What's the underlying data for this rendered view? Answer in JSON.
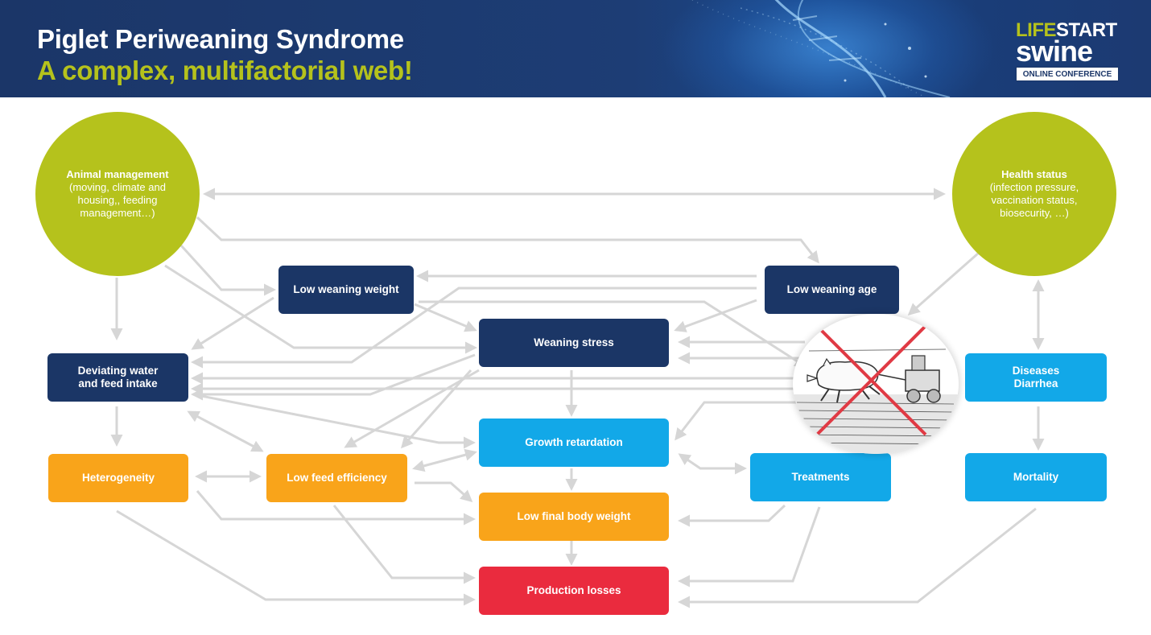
{
  "header": {
    "title_line1": "Piglet Periweaning Syndrome",
    "title_line2": "A complex, multifactorial web!",
    "logo": {
      "line1_part1": "LIFE",
      "line1_part2": "START",
      "line2": "swine",
      "line3": "ONLINE CONFERENCE"
    }
  },
  "nodes": {
    "animal_management": {
      "title": "Animal management",
      "detail": "(moving, climate and housing,, feeding management…)"
    },
    "health_status": {
      "title": "Health status",
      "detail": "(infection pressure, vaccination status, biosecurity, …)"
    },
    "low_weaning_weight": "Low weaning weight",
    "low_weaning_age": "Low weaning age",
    "weaning_stress": "Weaning stress",
    "deviating_water": "Deviating water and feed intake",
    "diseases": "Diseases Diarrhea",
    "growth_retardation": "Growth retardation",
    "heterogeneity": "Heterogeneity",
    "low_feed_efficiency": "Low feed efficiency",
    "treatments": "Treatments",
    "mortality": "Mortality",
    "low_final_body_weight": "Low final body weight",
    "production_losses": "Production losses"
  },
  "colors": {
    "header_bg": "#1b3668",
    "title_accent": "#b5c21c",
    "circle": "#b5c21c",
    "navy_box": "#1b3666",
    "blue_box": "#12a8e8",
    "orange_box": "#f9a41a",
    "red_box": "#ea2b3e",
    "arrow": "#d6d6d6",
    "cross": "#e03a44"
  },
  "icons": {
    "illustration": "pig-pulling-machine-crossed-out-icon",
    "header_background": "dna-helix-icon"
  }
}
